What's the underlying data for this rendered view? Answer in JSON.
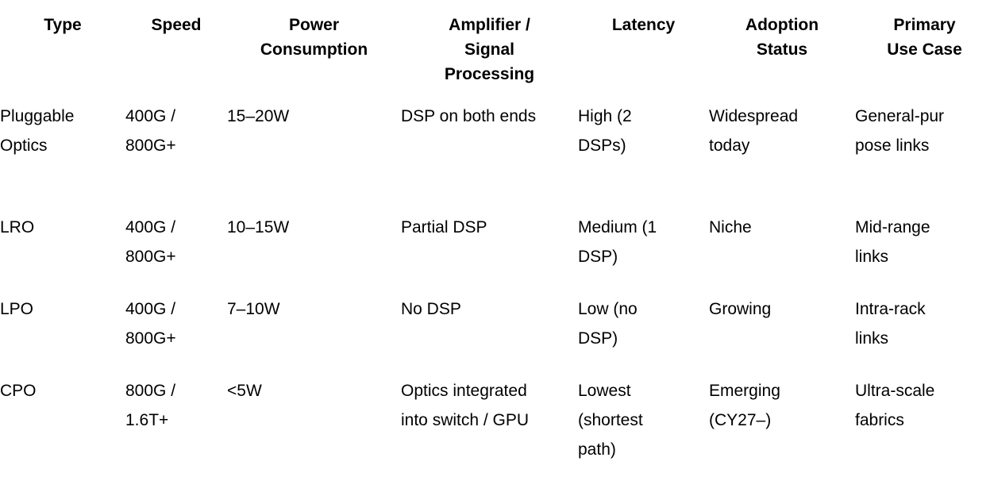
{
  "table": {
    "columns": [
      {
        "key": "type",
        "label": "Type"
      },
      {
        "key": "speed",
        "label": "Speed"
      },
      {
        "key": "power",
        "label": "Power\nConsumption"
      },
      {
        "key": "amp",
        "label": "Amplifier /\nSignal\nProcessing"
      },
      {
        "key": "latency",
        "label": "Latency"
      },
      {
        "key": "adoption",
        "label": "Adoption\nStatus"
      },
      {
        "key": "usecase",
        "label": "Primary\nUse Case"
      }
    ],
    "rows": [
      {
        "type": "Pluggable\nOptics",
        "speed": "400G /\n800G+",
        "power": "15–20W",
        "amp": "DSP on both ends",
        "latency": "High (2\nDSPs)",
        "adoption": "Widespread\ntoday",
        "usecase": "General-pur\npose links"
      },
      {
        "type": "LRO",
        "speed": "400G /\n800G+",
        "power": "10–15W",
        "amp": "Partial DSP",
        "latency": "Medium (1\nDSP)",
        "adoption": "Niche",
        "usecase": "Mid-range\nlinks"
      },
      {
        "type": "LPO",
        "speed": "400G /\n800G+",
        "power": "7–10W",
        "amp": "No DSP",
        "latency": "Low (no\nDSP)",
        "adoption": "Growing",
        "usecase": "Intra-rack\nlinks"
      },
      {
        "type": "CPO",
        "speed": "800G /\n1.6T+",
        "power": "<5W",
        "amp": "Optics integrated\ninto switch / GPU",
        "latency": "Lowest\n(shortest\npath)",
        "adoption": "Emerging\n(CY27–)",
        "usecase": "Ultra-scale\nfabrics"
      }
    ]
  },
  "colors": {
    "background": "#ffffff",
    "text": "#000000"
  }
}
